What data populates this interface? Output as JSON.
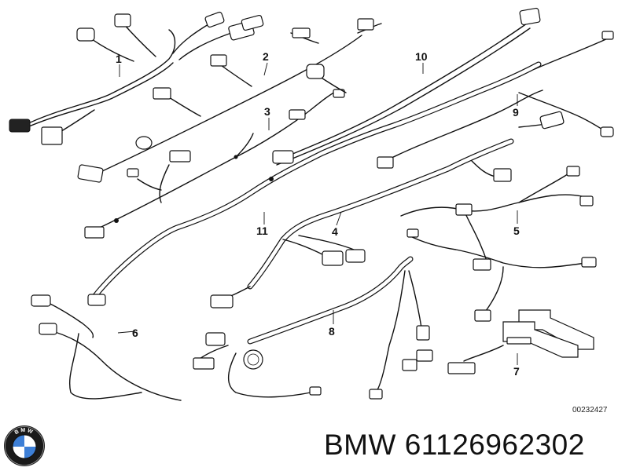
{
  "diagram": {
    "callouts": [
      "1",
      "2",
      "3",
      "4",
      "5",
      "6",
      "7",
      "8",
      "9",
      "10",
      "11"
    ],
    "ref_number": "00232427"
  },
  "brand": {
    "logo_text": "BMW",
    "part_line": "BMW 61126962302"
  }
}
